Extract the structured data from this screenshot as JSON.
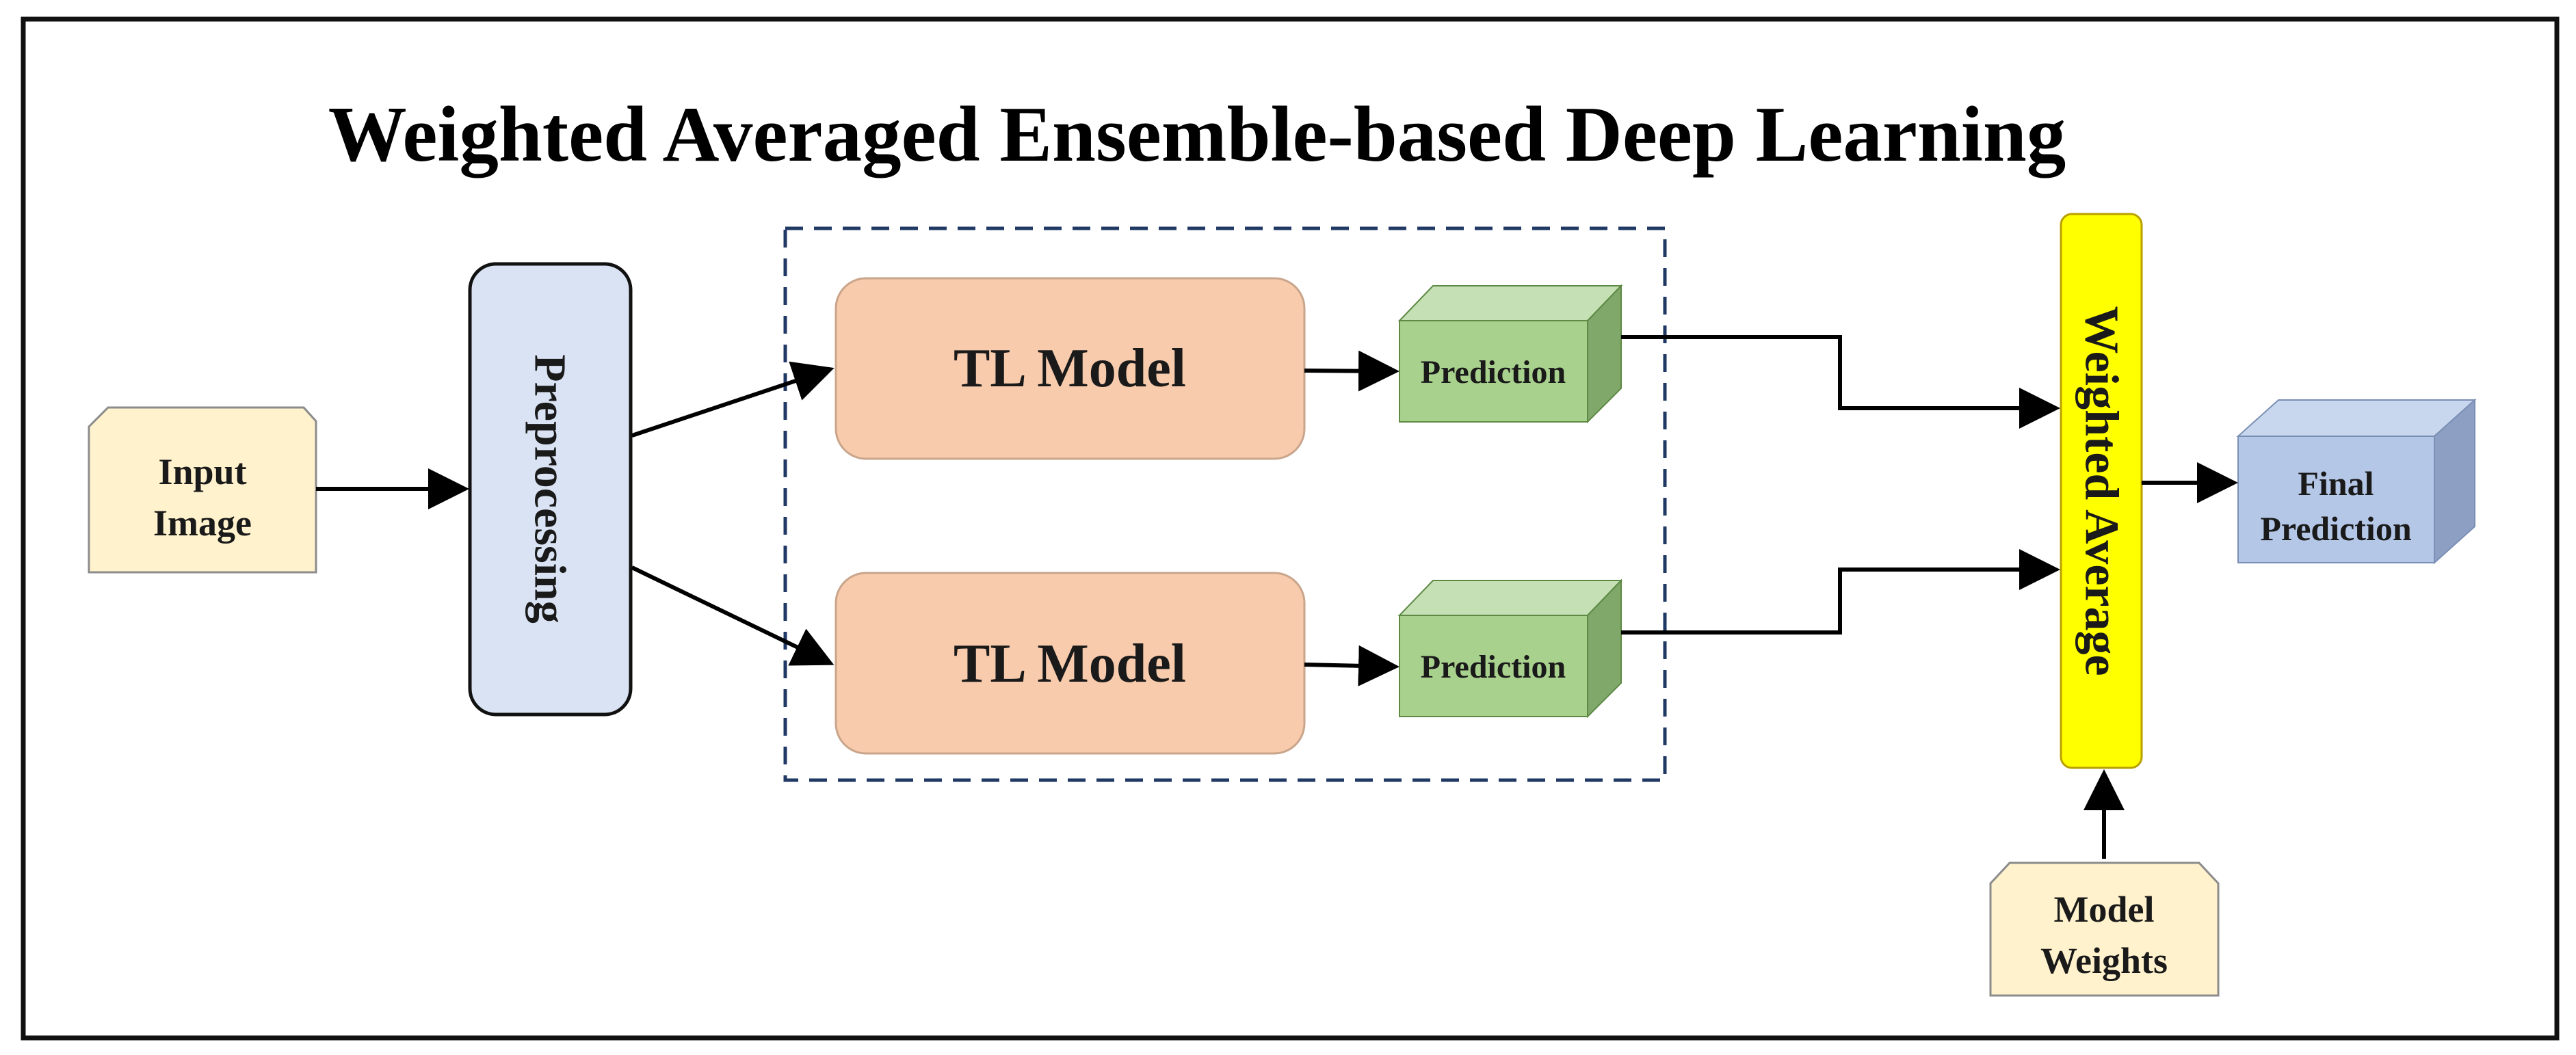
{
  "title": "Weighted Averaged Ensemble-based Deep Learning",
  "nodes": {
    "input_image": {
      "line1": "Input",
      "line2": "Image"
    },
    "preprocessing": {
      "label": "Preprocessing"
    },
    "tl_model_top": {
      "label": "TL Model"
    },
    "tl_model_bottom": {
      "label": "TL Model"
    },
    "prediction_top": {
      "label": "Prediction"
    },
    "prediction_bottom": {
      "label": "Prediction"
    },
    "weighted_average": {
      "label": "Weighted Average"
    },
    "model_weights": {
      "line1": "Model",
      "line2": "Weights"
    },
    "final_prediction": {
      "line1": "Final",
      "line2": "Prediction"
    }
  },
  "colors": {
    "input_fill": "#FFF2CC",
    "preprocessing_fill": "#DAE3F3",
    "tl_model_fill": "#F8CBAD",
    "prediction_fill": "#A9D18E",
    "weighted_average_fill": "#FFFF00",
    "final_prediction_fill": "#B4C7E7",
    "model_weights_fill": "#FFF2CC",
    "border": "#111111",
    "dashed_box": "#1F3864"
  }
}
